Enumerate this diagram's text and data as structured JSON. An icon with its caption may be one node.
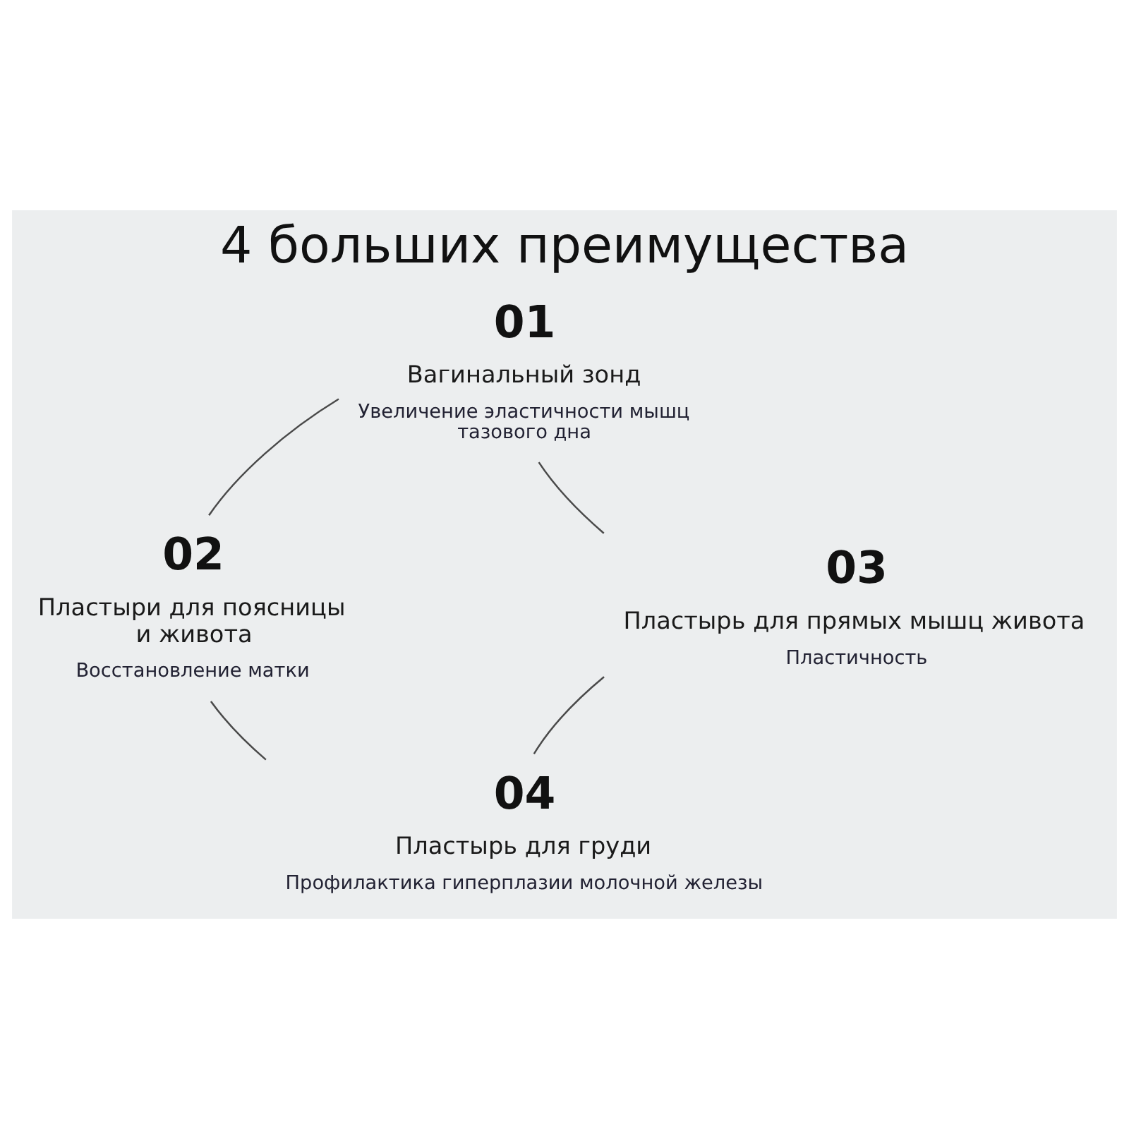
{
  "diagram": {
    "title": "4 больших преимущества",
    "nodes": [
      {
        "text": [
          "01",
          "Вагинальный зонд",
          "Увеличение эластичности мышц тазового дна"
        ]
      },
      {
        "text": [
          "02",
          "Пластыри для поясницы и живота",
          "Восстановление матки"
        ]
      },
      {
        "text": [
          "03",
          "Пластырь для прямых мышц живота",
          "Пластичность"
        ]
      },
      {
        "text": [
          "04",
          "Пластырь для груди",
          "Профилактика гиперплазии молочной железы"
        ]
      }
    ],
    "edges": [
      {
        "from": 0,
        "to": 2,
        "arrow": "none"
      },
      {
        "from": 2,
        "to": 3,
        "arrow": "none"
      },
      {
        "from": 3,
        "to": 1,
        "arrow": "none"
      },
      {
        "from": 1,
        "to": 0,
        "arrow": "none"
      }
    ]
  }
}
